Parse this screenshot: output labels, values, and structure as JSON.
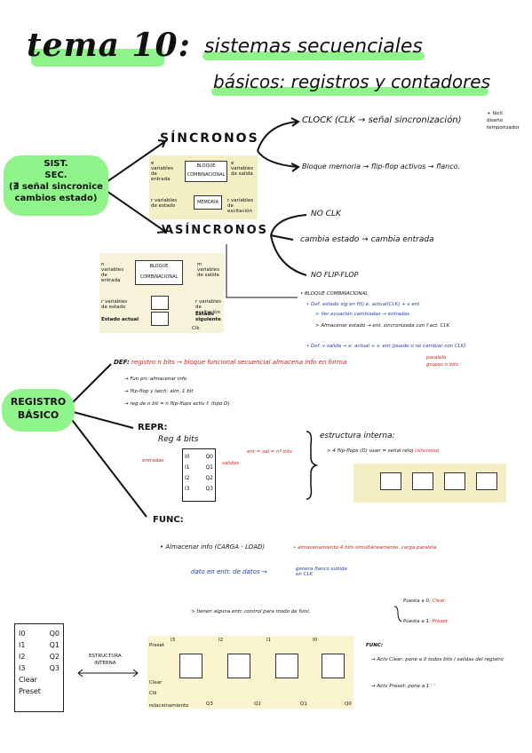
{
  "header": {
    "title": "tema 10:",
    "subtitle_1": "sistemas secuenciales",
    "subtitle_2": "básicos: registros y contadores"
  },
  "left_node_1": [
    "SIST.",
    "SEC.",
    "(∄ señal sincronice",
    "cambios estado)"
  ],
  "sincronos": {
    "label": "SÍNCRONOS",
    "clock": "CLOCK (CLK → señal sincronización)",
    "clock_notes": [
      "+ fácil",
      "diseño",
      "temporizador"
    ],
    "bloque": "Bloque memoria → flip-flop activos → flanco.",
    "diagram": {
      "in_vars": "e variables de entrada",
      "out_vars": "e variables de salida",
      "block": "BLOQUE COMBINACIONAL",
      "mem": "MEMORIA",
      "state_vars": "r variables de estado",
      "exc_vars": "r variables de excitación"
    }
  },
  "asincronos": {
    "label": "ASÍNCRONOS",
    "no_clk": "NO CLK",
    "cambia": "cambia estado → cambia entrada",
    "no_ff": "NO FLIP-FLOP",
    "bloque_comb": "• BLOQUE COMBINACIONAL",
    "notes_blue": [
      "• Def. estado sig en f(t) e. actual(CLK) + v ent",
      "> Ver ecuación cambiadas → entradas"
    ],
    "notes_2": "> Almacenar estado → ent. sincronizada con f act. CLK",
    "notes_3": "• Def. v salida → e. actual + v. ent (puede o no cambiar con CLK)",
    "diagram": {
      "in_vars": "n variables de entrada",
      "block": "BLOQUE COMBINACIONAL",
      "out_vars": "m variables de salida",
      "state_vars": "r variables de estado",
      "state_label": "Estado actual",
      "exc_vars": "r variables de excitación",
      "next_label": "Estado siguiente",
      "clk": "Clk"
    }
  },
  "registro": {
    "label_1": "REGISTRO",
    "label_2": "BÁSICO",
    "def_prefix": "DEF:",
    "def_text": "registro n bits → bloque funcional secuencial almacena info en forma",
    "def_branches": [
      "paralelo",
      "grupos n bits"
    ],
    "def_points": [
      "→ Fun pri: almacenar info",
      "→ flip-flop y latch: alm. 1 bit",
      "→ reg de n bit = n flip-flops activ f. (tipo D)"
    ],
    "repr_label": "REPR:",
    "reg_title": "Reg 4 bits",
    "entradas": "entradas",
    "salidas": "salidas",
    "ent_note": "ent = sal = nº bits",
    "reg_inputs": [
      "I0",
      "I1",
      "I2",
      "I3"
    ],
    "reg_outputs": [
      "Q0",
      "Q1",
      "Q2",
      "Q3"
    ],
    "estructura": "estructura interna:",
    "estructura_note": "> 4 flip-flops (D) usan = señal reloj",
    "sincrono": "(síncrono)",
    "func_label": "FUNC:",
    "func_1": "• Almacenar info (CARGA - LOAD)",
    "func_1_red": "• almacenamiento 4 bits simultáneamente. carga paralela",
    "func_2": "dato en entr. de datos →",
    "func_2b": "genera flanco subida en CLK",
    "func_3": "> tienen alguna entr. control para modo de func.",
    "func_3a": "Puesta a 0:",
    "func_3a_red": "Clear",
    "func_3b": "Puesta a 1:",
    "func_3b_red": "Preset"
  },
  "bottom": {
    "block_inputs": [
      "I0",
      "I1",
      "I2",
      "I3"
    ],
    "block_outputs": [
      "Q0",
      "Q1",
      "Q2",
      "Q3"
    ],
    "clear": "Clear",
    "preset": "Preset",
    "estructura": "ESTRUCTURA",
    "interna": "INTERNA",
    "diag_preset": "Preset",
    "diag_clear": "Clear",
    "diag_clk": "Clk",
    "diag_cut": "relacionamiento",
    "i_labels": [
      "I3",
      "I2",
      "I1",
      "I0"
    ],
    "q_labels": [
      "Q3",
      "Q2",
      "Q1",
      "Q0"
    ],
    "func_title": "FUNC:",
    "func_clear": "→ Actv Clear: pone a 0 todos bits / salidas del registro",
    "func_preset": "→ Actv Preset: pone a 1 ' '"
  }
}
